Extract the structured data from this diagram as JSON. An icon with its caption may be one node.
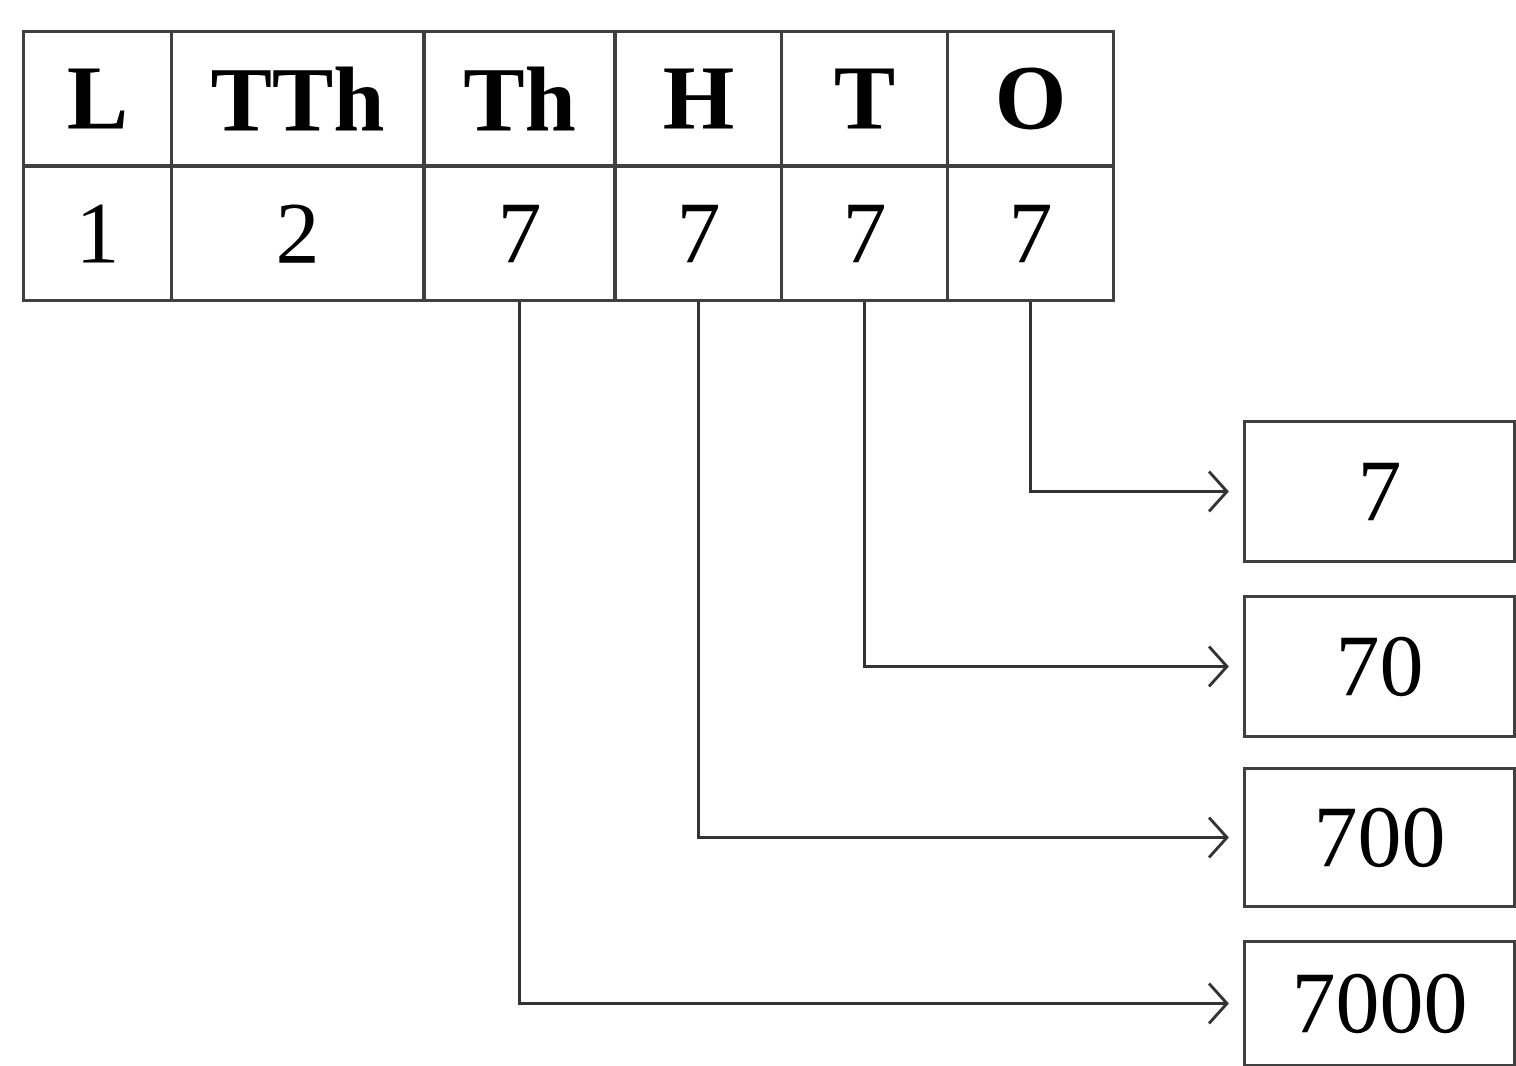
{
  "diagram": {
    "nodes": [
      {
        "text": [
          "L"
        ]
      },
      {
        "text": [
          "TTh"
        ]
      },
      {
        "text": [
          "Th"
        ]
      },
      {
        "text": [
          "H"
        ]
      },
      {
        "text": [
          "T"
        ]
      },
      {
        "text": [
          "O"
        ]
      },
      {
        "text": [
          "1"
        ]
      },
      {
        "text": [
          "2"
        ]
      },
      {
        "text": [
          "7"
        ]
      },
      {
        "text": [
          "7"
        ]
      },
      {
        "text": [
          "7"
        ]
      },
      {
        "text": [
          "7"
        ]
      },
      {
        "text": [
          "7"
        ]
      },
      {
        "text": [
          "70"
        ]
      },
      {
        "text": [
          "700"
        ]
      },
      {
        "text": [
          "7000"
        ]
      }
    ],
    "edges": [
      {
        "from": 11,
        "to": 12,
        "arrow": "to"
      },
      {
        "from": 10,
        "to": 13,
        "arrow": "to"
      },
      {
        "from": 9,
        "to": 14,
        "arrow": "to"
      },
      {
        "from": 8,
        "to": 15,
        "arrow": "to"
      }
    ]
  }
}
